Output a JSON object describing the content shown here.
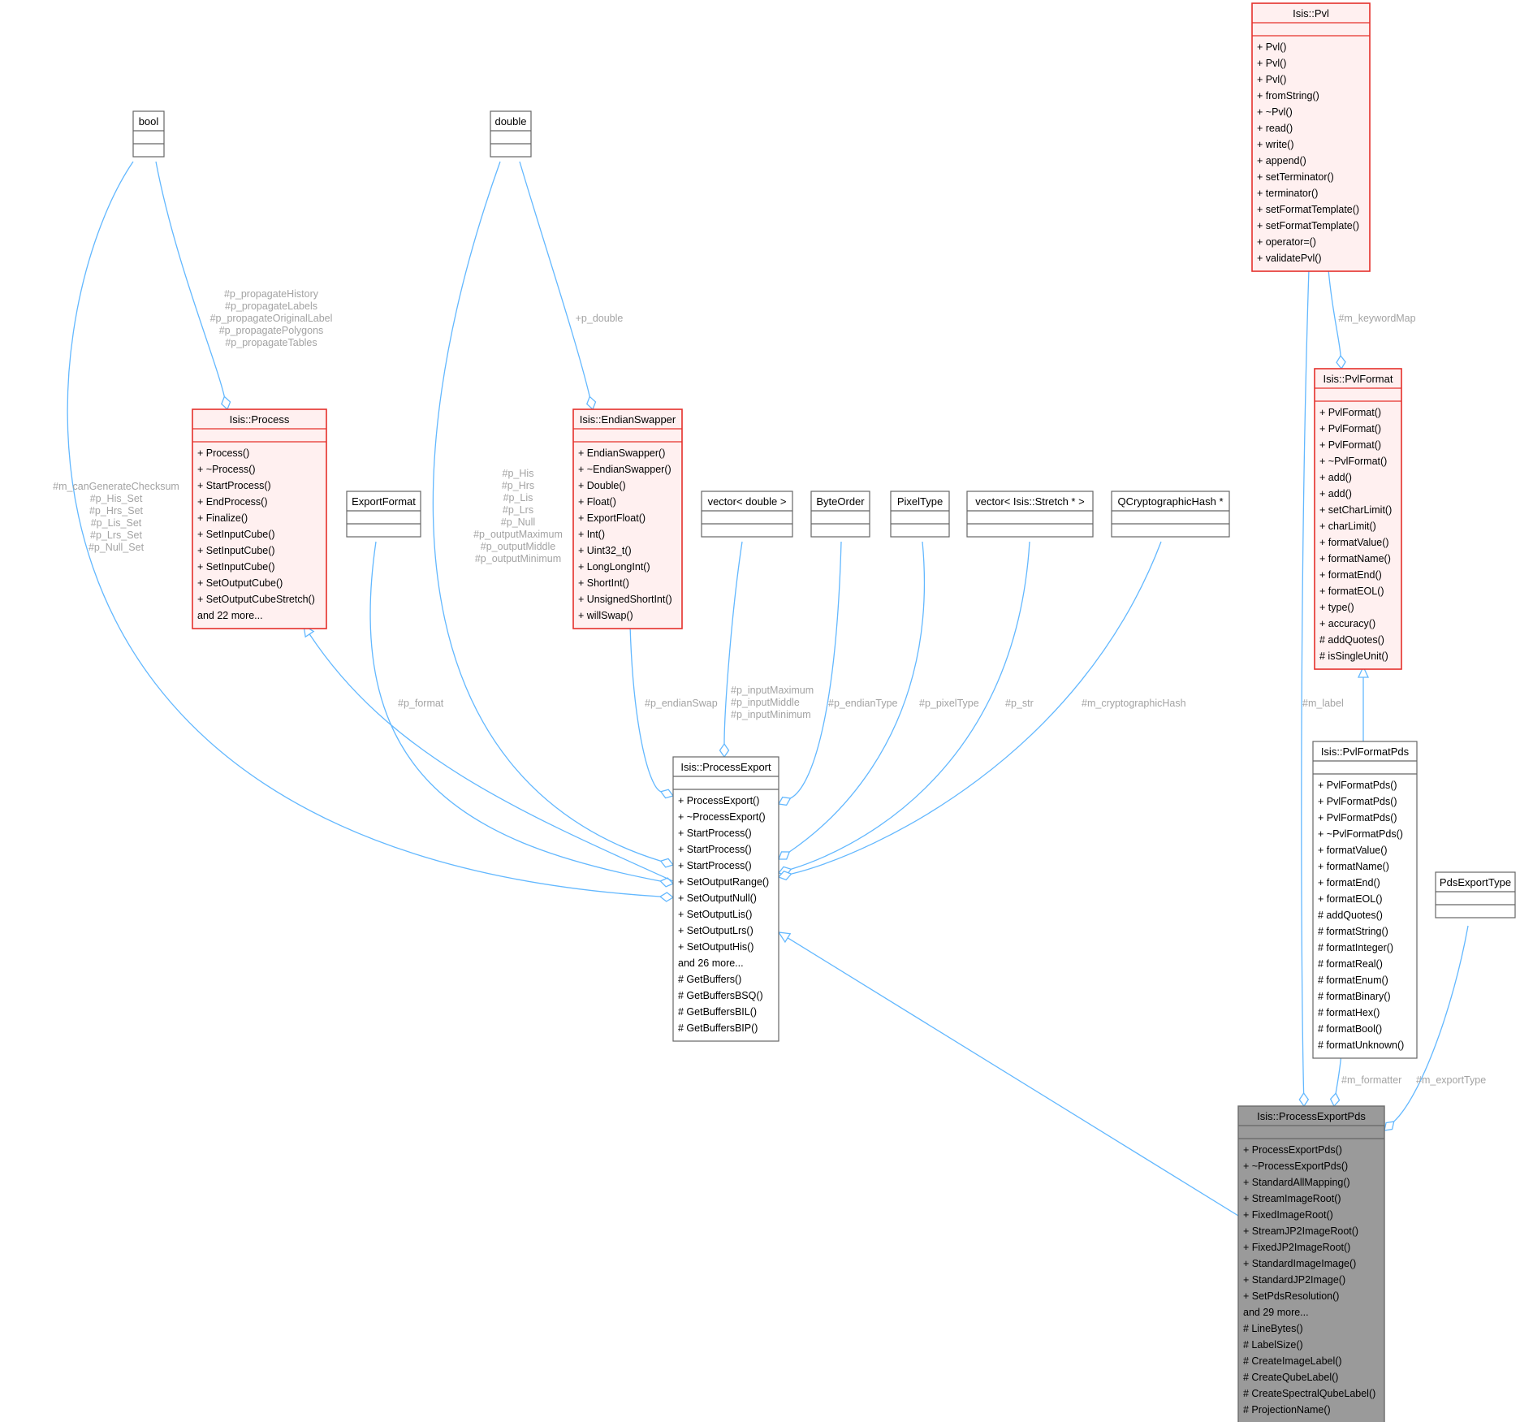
{
  "classes": [
    {
      "id": "bool",
      "title": "bool",
      "members": []
    },
    {
      "id": "double",
      "title": "double",
      "members": []
    },
    {
      "id": "pvl",
      "title": "Isis::Pvl",
      "style": "red",
      "members": [
        "+ Pvl()",
        "+ Pvl()",
        "+ Pvl()",
        "+ fromString()",
        "+ ~Pvl()",
        "+ read()",
        "+ write()",
        "+ append()",
        "+ setTerminator()",
        "+ terminator()",
        "+ setFormatTemplate()",
        "+ setFormatTemplate()",
        "+ operator=()",
        "+ validatePvl()"
      ]
    },
    {
      "id": "process",
      "title": "Isis::Process",
      "style": "red",
      "members": [
        "+ Process()",
        "+ ~Process()",
        "+ StartProcess()",
        "+ EndProcess()",
        "+ Finalize()",
        "+ SetInputCube()",
        "+ SetInputCube()",
        "+ SetInputCube()",
        "+ SetOutputCube()",
        "+ SetOutputCubeStretch()",
        "   and 22 more..."
      ]
    },
    {
      "id": "endianswapper",
      "title": "Isis::EndianSwapper",
      "style": "red",
      "members": [
        "+ EndianSwapper()",
        "+ ~EndianSwapper()",
        "+ Double()",
        "+ Float()",
        "+ ExportFloat()",
        "+ Int()",
        "+ Uint32_t()",
        "+ LongLongInt()",
        "+ ShortInt()",
        "+ UnsignedShortInt()",
        "+ willSwap()"
      ]
    },
    {
      "id": "pvlformat",
      "title": "Isis::PvlFormat",
      "style": "red",
      "members": [
        "+ PvlFormat()",
        "+ PvlFormat()",
        "+ PvlFormat()",
        "+ ~PvlFormat()",
        "+ add()",
        "+ add()",
        "+ setCharLimit()",
        "+ charLimit()",
        "+ formatValue()",
        "+ formatName()",
        "+ formatEnd()",
        "+ formatEOL()",
        "+ type()",
        "+ accuracy()",
        "# addQuotes()",
        "# isSingleUnit()"
      ]
    },
    {
      "id": "exportformat",
      "title": "ExportFormat",
      "members": []
    },
    {
      "id": "vectordouble",
      "title": "vector< double >",
      "members": []
    },
    {
      "id": "byteorder",
      "title": "ByteOrder",
      "members": []
    },
    {
      "id": "pixeltype",
      "title": "PixelType",
      "members": []
    },
    {
      "id": "vectorstretch",
      "title": "vector< Isis::Stretch * >",
      "members": []
    },
    {
      "id": "qcrypto",
      "title": "QCryptographicHash *",
      "members": []
    },
    {
      "id": "processexport",
      "title": "Isis::ProcessExport",
      "members": [
        "+ ProcessExport()",
        "+ ~ProcessExport()",
        "+ StartProcess()",
        "+ StartProcess()",
        "+ StartProcess()",
        "+ SetOutputRange()",
        "+ SetOutputNull()",
        "+ SetOutputLis()",
        "+ SetOutputLrs()",
        "+ SetOutputHis()",
        "   and 26 more...",
        "# GetBuffers()",
        "# GetBuffersBSQ()",
        "# GetBuffersBIL()",
        "# GetBuffersBIP()"
      ]
    },
    {
      "id": "pvlformatpds",
      "title": "Isis::PvlFormatPds",
      "members": [
        "+ PvlFormatPds()",
        "+ PvlFormatPds()",
        "+ PvlFormatPds()",
        "+ ~PvlFormatPds()",
        "+ formatValue()",
        "+ formatName()",
        "+ formatEnd()",
        "+ formatEOL()",
        "# addQuotes()",
        "# formatString()",
        "# formatInteger()",
        "# formatReal()",
        "# formatEnum()",
        "# formatBinary()",
        "# formatHex()",
        "# formatBool()",
        "# formatUnknown()"
      ]
    },
    {
      "id": "pdsexporttype",
      "title": "PdsExportType",
      "members": []
    },
    {
      "id": "processexportpds",
      "title": "Isis::ProcessExportPds",
      "style": "grey",
      "members": [
        "+ ProcessExportPds()",
        "+ ~ProcessExportPds()",
        "+ StandardAllMapping()",
        "+ StreamImageRoot()",
        "+ FixedImageRoot()",
        "+ StreamJP2ImageRoot()",
        "+ FixedJP2ImageRoot()",
        "+ StandardImageImage()",
        "+ StandardJP2Image()",
        "+ SetPdsResolution()",
        "   and 29 more...",
        "# LineBytes()",
        "# LabelSize()",
        "# CreateImageLabel()",
        "# CreateQubeLabel()",
        "# CreateSpectralQubeLabel()",
        "# ProjectionName()"
      ]
    }
  ],
  "edge_labels": {
    "bool_process": [
      "#p_propagateHistory",
      "#p_propagateLabels",
      "#p_propagateOriginalLabel",
      "#p_propagatePolygons",
      "#p_propagateTables"
    ],
    "bool_processexport": [
      "#m_canGenerateChecksum",
      "#p_His_Set",
      "#p_Hrs_Set",
      "#p_Lis_Set",
      "#p_Lrs_Set",
      "#p_Null_Set"
    ],
    "double_endianswapper": [
      "+p_double"
    ],
    "double_processexport": [
      "#p_His",
      "#p_Hrs",
      "#p_Lis",
      "#p_Lrs",
      "#p_Null",
      "#p_outputMaximum",
      "#p_outputMiddle",
      "#p_outputMinimum"
    ],
    "pvl_pvlformat": [
      "#m_keywordMap"
    ],
    "pvl_processexportpds": [
      "#m_label"
    ],
    "exportformat_processexport": [
      "#p_format"
    ],
    "endianswapper_processexport": [
      "#p_endianSwap"
    ],
    "vectordouble_processexport": [
      "#p_inputMaximum",
      "#p_inputMiddle",
      "#p_inputMinimum"
    ],
    "byteorder_processexport": [
      "#p_endianType"
    ],
    "pixeltype_processexport": [
      "#p_pixelType"
    ],
    "vectorstretch_processexport": [
      "#p_str"
    ],
    "qcrypto_processexport": [
      "#m_cryptographicHash"
    ],
    "pvlformatpds_processexportpds": [
      "#m_formatter"
    ],
    "pdsexporttype_processexportpds": [
      "#m_exportType"
    ]
  }
}
